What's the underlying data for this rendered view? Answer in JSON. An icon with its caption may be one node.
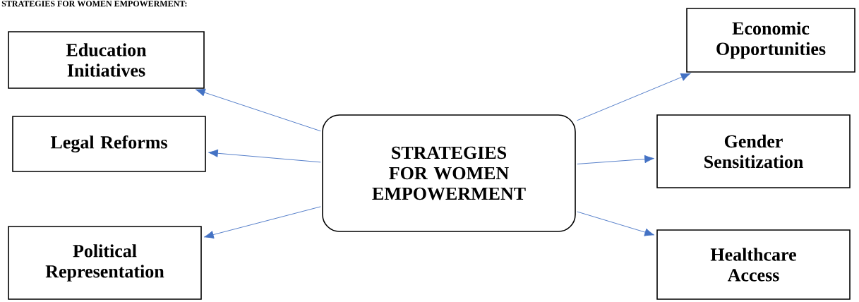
{
  "diagram": {
    "title": "STRATEGIES FOR WOMEN EMPOWERMENT:",
    "nodes": [
      {
        "text": [
          "STRATEGIES FOR WOMEN EMPOWERMENT"
        ]
      },
      {
        "text": [
          "Education Initiatives"
        ]
      },
      {
        "text": [
          "Legal Reforms"
        ]
      },
      {
        "text": [
          "Political Representation"
        ]
      },
      {
        "text": [
          "Economic Opportunities"
        ]
      },
      {
        "text": [
          "Gender Sensitization"
        ]
      },
      {
        "text": [
          "Healthcare Access"
        ]
      }
    ],
    "edges": [
      {
        "from": 0,
        "to": 1,
        "arrow": "to"
      },
      {
        "from": 0,
        "to": 2,
        "arrow": "to"
      },
      {
        "from": 0,
        "to": 3,
        "arrow": "to"
      },
      {
        "from": 0,
        "to": 4,
        "arrow": "to"
      },
      {
        "from": 0,
        "to": 5,
        "arrow": "to"
      },
      {
        "from": 0,
        "to": 6,
        "arrow": "to"
      }
    ]
  }
}
